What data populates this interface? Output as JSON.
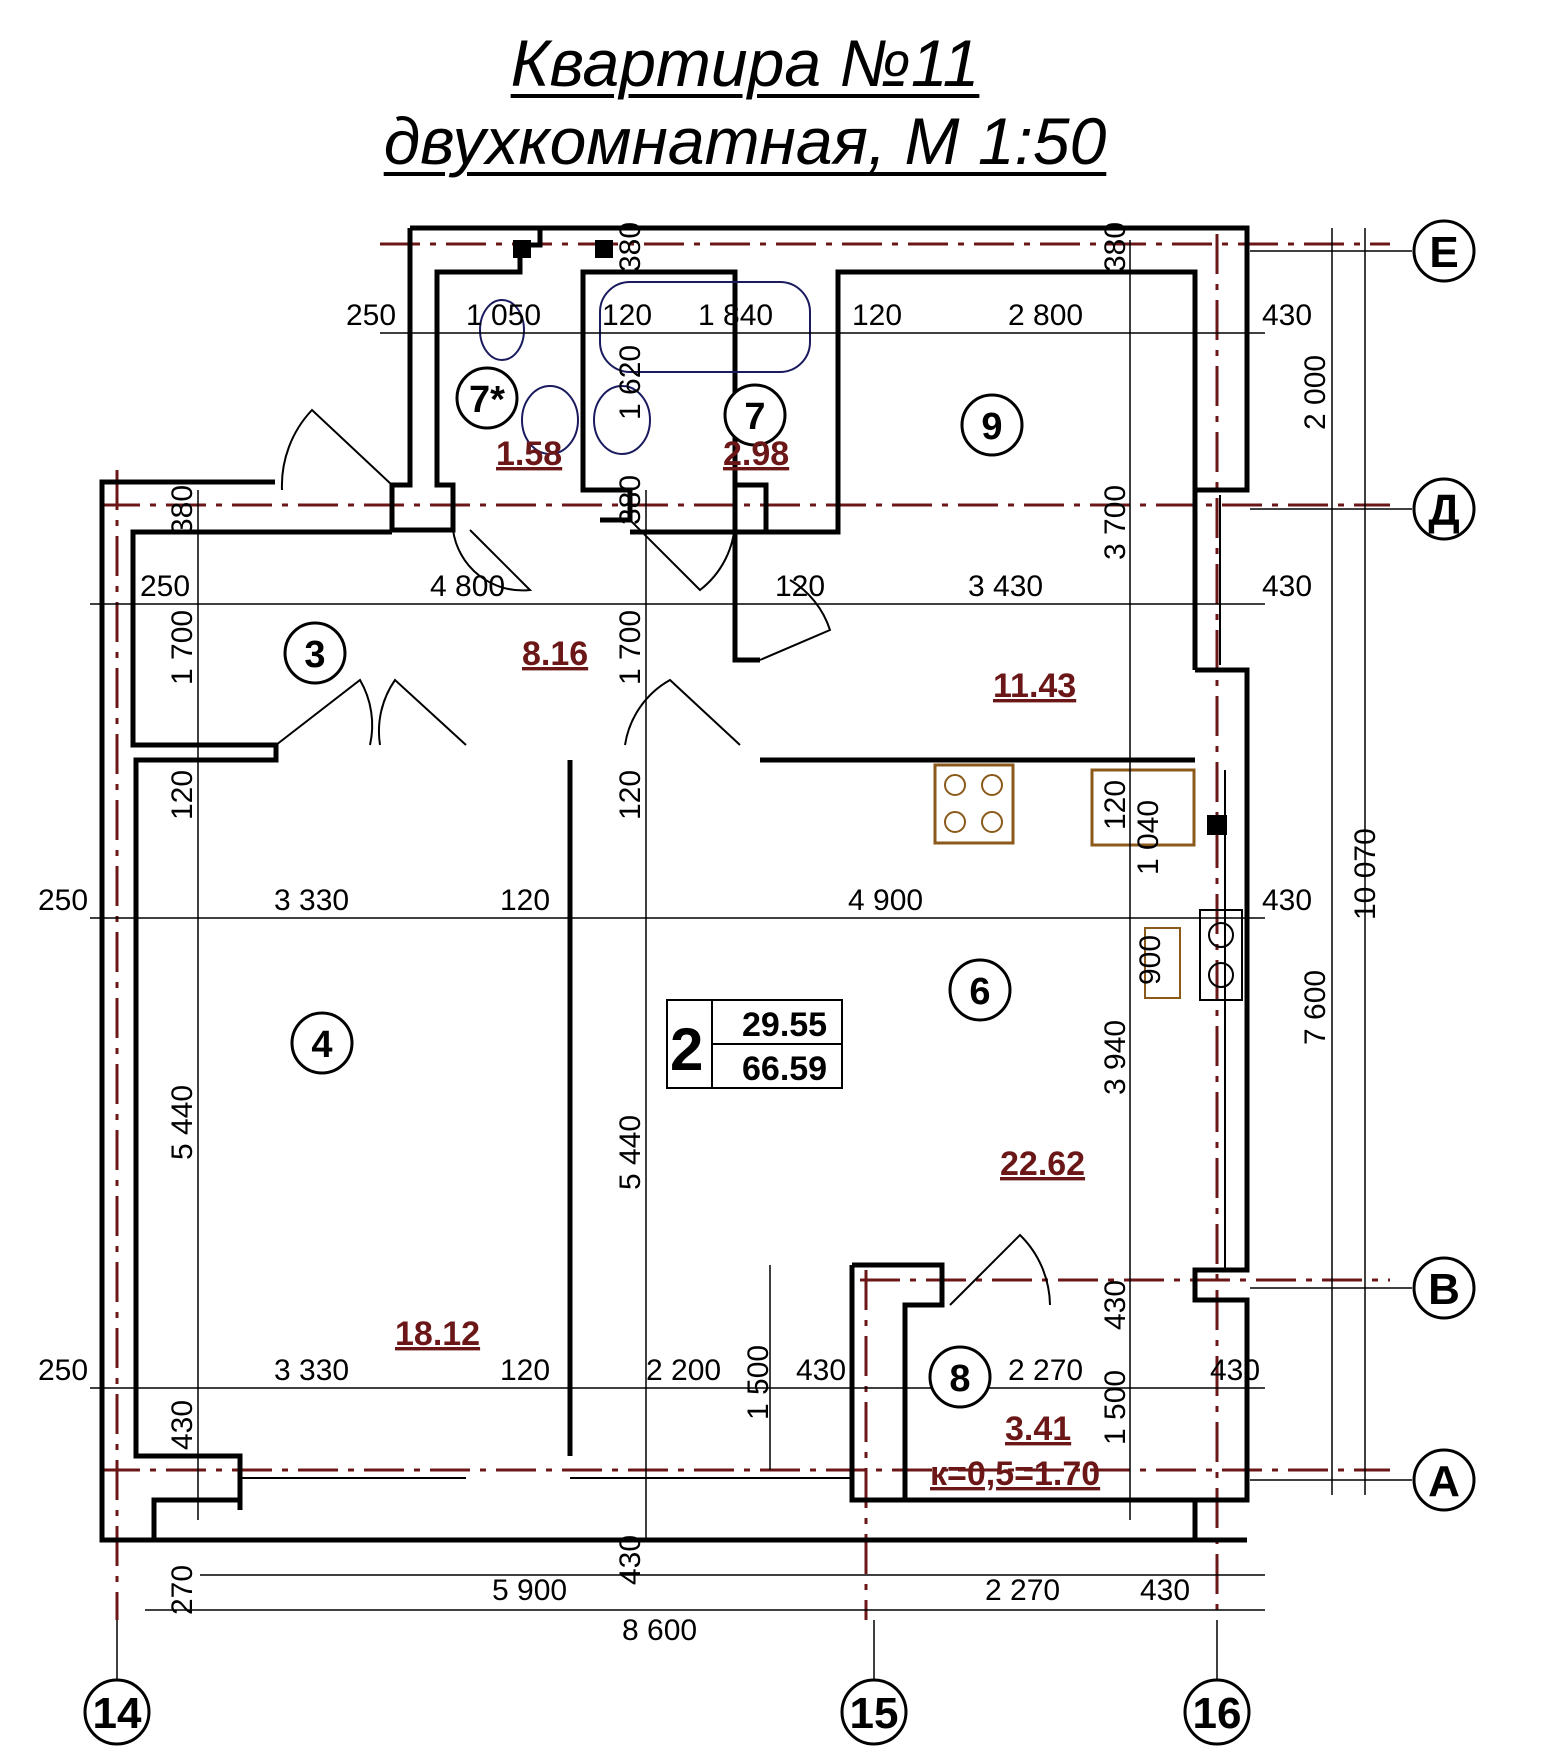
{
  "title": {
    "line1": "Квартира №11",
    "line2": "двухкомнатная,  М  1:50"
  },
  "colors": {
    "wall": "#000000",
    "axis_line": "#6b1717",
    "area_text": "#6b1717",
    "fixture": "#8b5a1a",
    "plumbing": "#1a1a5e"
  },
  "axes": {
    "rows": [
      "Е",
      "Д",
      "В",
      "А"
    ],
    "cols": [
      "14",
      "15",
      "16"
    ]
  },
  "rooms": [
    {
      "num": "7*",
      "area": "1.58"
    },
    {
      "num": "7",
      "area": "2.98"
    },
    {
      "num": "9",
      "area": "11.43"
    },
    {
      "num": "3",
      "area": "8.16"
    },
    {
      "num": "4",
      "area": "18.12"
    },
    {
      "num": "6",
      "area": "22.62"
    },
    {
      "num": "8",
      "area": "3.41",
      "note": "к=0,5=1.70"
    }
  ],
  "summary": {
    "rooms": "2",
    "living_area": "29.55",
    "total_area": "66.59"
  },
  "dims": {
    "d250a": "250",
    "d1050": "1 050",
    "d120a": "120",
    "d1840": "1 840",
    "d120b": "120",
    "d2800": "2 800",
    "d430a": "430",
    "d380a": "380",
    "d380b": "380",
    "d1620": "1 620",
    "d2000": "2 000",
    "d380c": "380",
    "d380d": "380",
    "d250b": "250",
    "d4800": "4 800",
    "d120c": "120",
    "d3430": "3 430",
    "d430b": "430",
    "d1700a": "1 700",
    "d1700b": "1 700",
    "d3700": "3 700",
    "d120d": "120",
    "d120e": "120",
    "d120f": "120",
    "d1040": "1 040",
    "d250c": "250",
    "d3330a": "3 330",
    "d120g": "120",
    "d4900": "4 900",
    "d430c": "430",
    "d900": "900",
    "d10070": "10 070",
    "d7600": "7 600",
    "d5440a": "5 440",
    "d5440b": "5 440",
    "d3940": "3 940",
    "d250d": "250",
    "d3330b": "3 330",
    "d120h": "120",
    "d2200": "2 200",
    "d430d": "430",
    "d2270a": "2 270",
    "d430e": "430",
    "d1500a": "1 500",
    "d1500b": "1 500",
    "d430f": "430",
    "d430g": "430",
    "d430h": "430",
    "d270": "270",
    "d5900": "5 900",
    "d2270b": "2 270",
    "d430i": "430",
    "d8600": "8 600"
  }
}
